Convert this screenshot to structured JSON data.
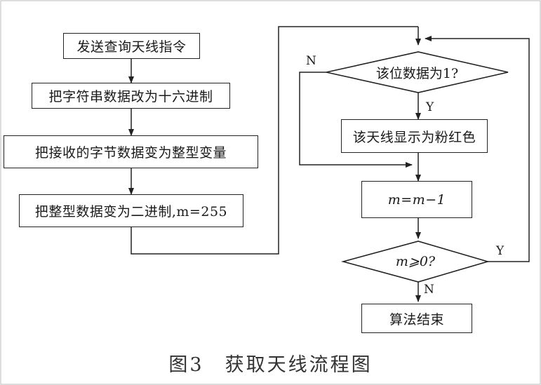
{
  "left_steps": [
    "发送查询天线指令",
    "把字符串数据改为十六进制",
    "把接收的字节数据变为整型变量",
    "把整型数据变为二进制,m=255"
  ],
  "right_steps": {
    "decision_bit": "该位数据为1?",
    "set_color": "该天线显示为粉红色",
    "decrement": "m=m−1",
    "decision_m": "m⩾0?",
    "end": "算法结束"
  },
  "branch_labels": {
    "bit_no": "N",
    "bit_yes": "Y",
    "m_yes": "Y",
    "m_no": "N"
  },
  "caption": "图3　获取天线流程图"
}
